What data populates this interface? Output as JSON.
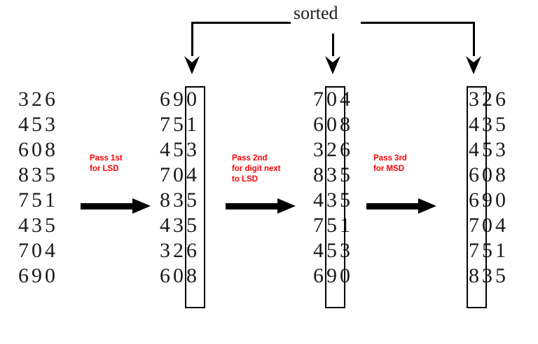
{
  "diagram": {
    "title_label": "sorted",
    "columns": [
      {
        "name": "input",
        "highlight_digit": null,
        "values": [
          "326",
          "453",
          "608",
          "835",
          "751",
          "435",
          "704",
          "690"
        ]
      },
      {
        "name": "after-pass-1",
        "highlight_digit": "ones",
        "values": [
          "690",
          "751",
          "453",
          "704",
          "835",
          "435",
          "326",
          "608"
        ]
      },
      {
        "name": "after-pass-2",
        "highlight_digit": "tens",
        "values": [
          "704",
          "608",
          "326",
          "835",
          "435",
          "751",
          "453",
          "690"
        ]
      },
      {
        "name": "after-pass-3",
        "highlight_digit": "hundreds",
        "values": [
          "326",
          "435",
          "453",
          "608",
          "690",
          "704",
          "751",
          "835"
        ]
      }
    ],
    "passes": [
      {
        "name": "pass-1",
        "lines": [
          "Pass 1st",
          "for LSD"
        ]
      },
      {
        "name": "pass-2",
        "lines": [
          "Pass 2nd",
          "for digit next",
          "to LSD"
        ]
      },
      {
        "name": "pass-3",
        "lines": [
          "Pass 3rd",
          "for MSD"
        ]
      }
    ],
    "colors": {
      "label_red": "#fd0000",
      "ink_black": "#000000",
      "numeral_black": "#1a1a1a",
      "background": "#ffffff"
    }
  }
}
